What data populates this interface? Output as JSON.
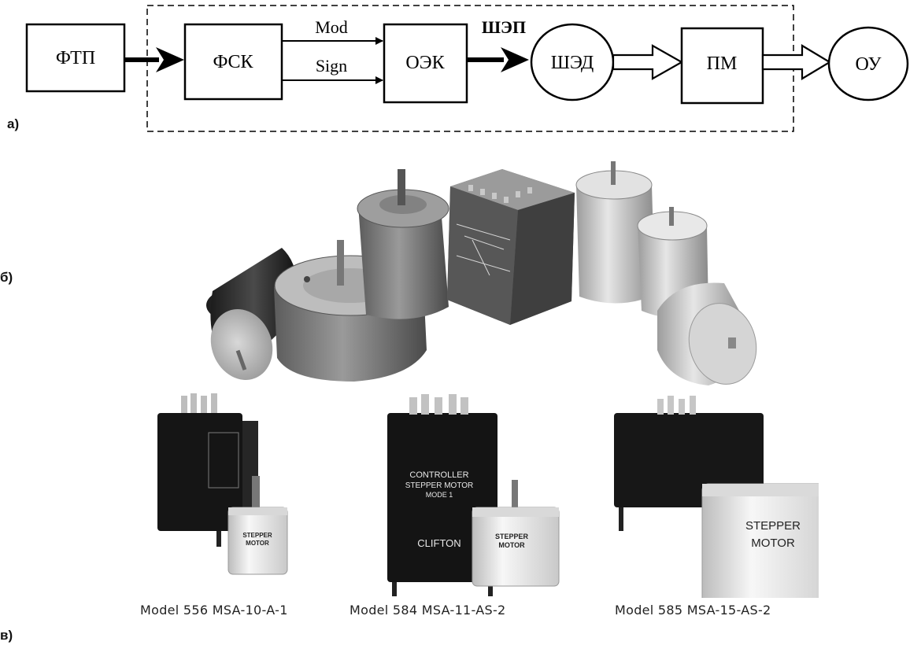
{
  "panel_labels": {
    "a": "а)",
    "b": "б)",
    "c": "в)"
  },
  "diagram": {
    "blocks": {
      "ftp": "ФТП",
      "fsk": "ФСК",
      "oek": "ОЭК",
      "shed": "ШЭД",
      "pm": "ПМ",
      "ou": "ОУ"
    },
    "signals": {
      "mod": "Mod",
      "sign": "Sign",
      "shep": "ШЭП"
    }
  },
  "photo_c": {
    "captions": [
      "Model 556  MSA-10-A-1",
      "Model 584  MSA-11-AS-2",
      "Model 585  MSA-15-AS-2"
    ],
    "labels": {
      "controller": "CONTROLLER",
      "stepper_motor": "STEPPER MOTOR",
      "mode": "MODE 1",
      "clifton": "CLIFTON",
      "stepper": "STEPPER",
      "motor": "MOTOR",
      "small_stepper": "STEPPER",
      "small_motor": "MOTOR"
    }
  }
}
